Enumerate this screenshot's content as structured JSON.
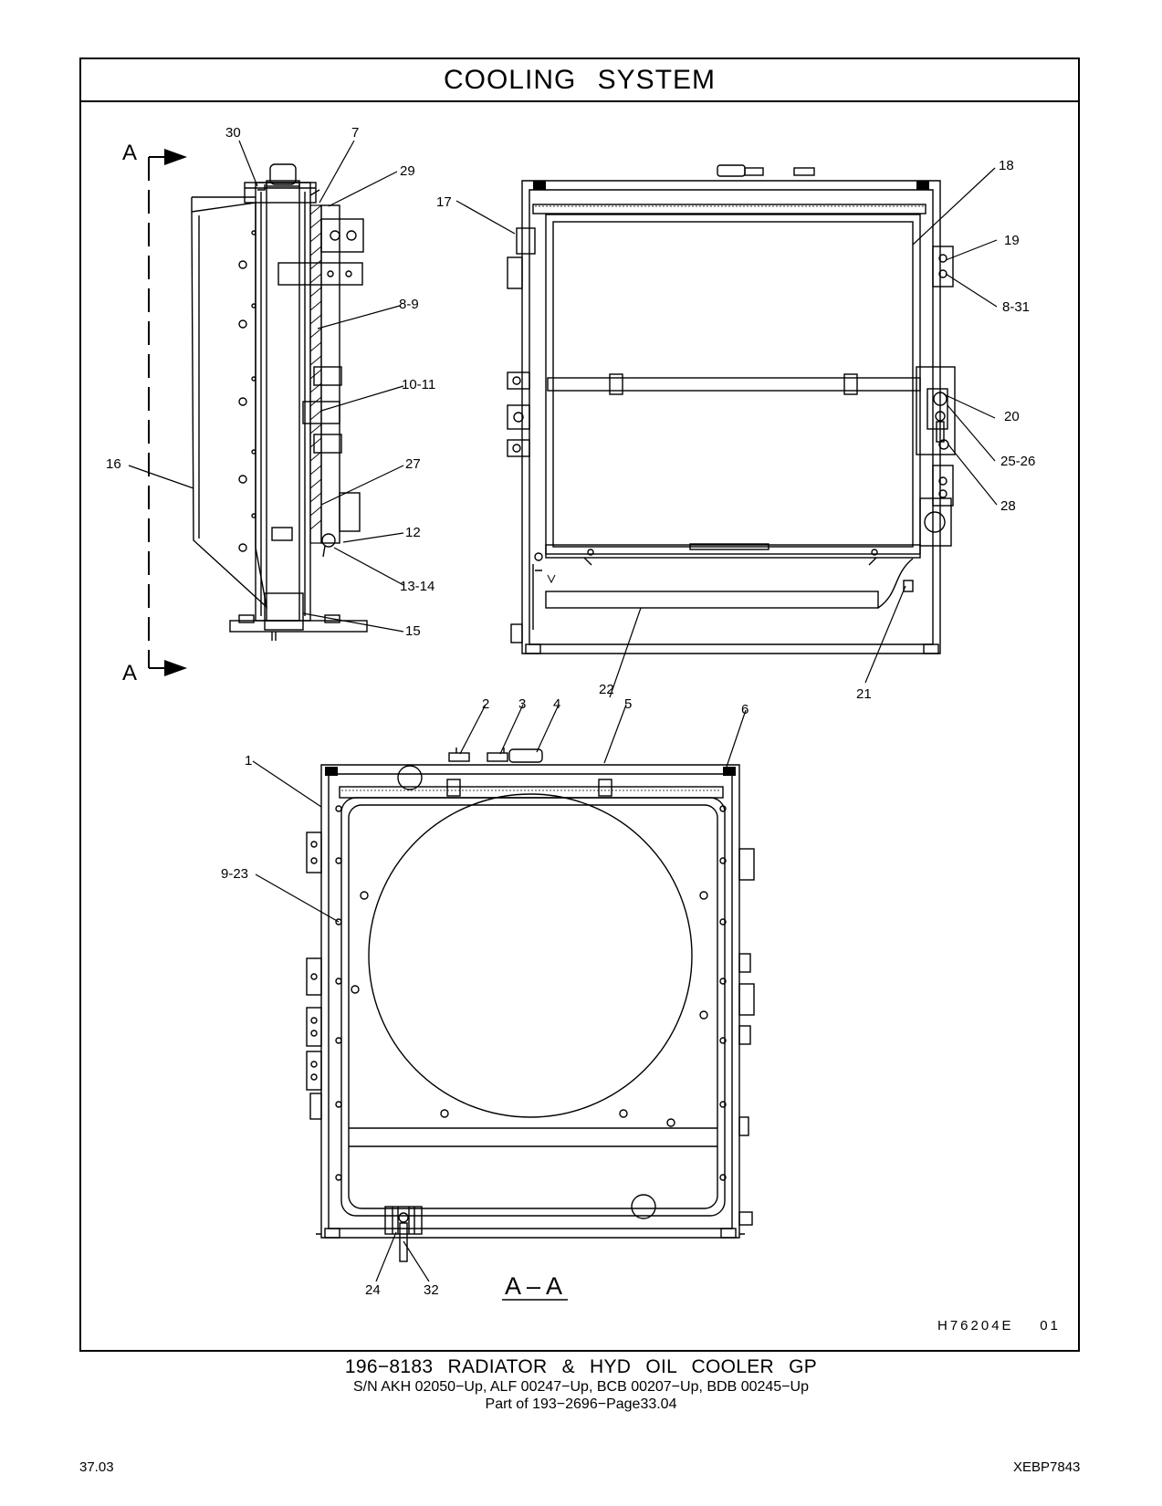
{
  "title": "COOLING   SYSTEM",
  "section_marks": {
    "a_top": "A",
    "a_bottom": "A",
    "view_label": "A – A"
  },
  "callouts": {
    "c30": "30",
    "c7": "7",
    "c29": "29",
    "c17": "17",
    "c18": "18",
    "c19": "19",
    "c8_31": "8-31",
    "c8_9": "8-9",
    "c10_11": "10-11",
    "c20": "20",
    "c25_26": "25-26",
    "c16": "16",
    "c27": "27",
    "c28": "28",
    "c12": "12",
    "c13_14": "13-14",
    "c15": "15",
    "c22": "22",
    "c21": "21",
    "c2": "2",
    "c3": "3",
    "c4": "4",
    "c5": "5",
    "c6": "6",
    "c1": "1",
    "c9_23": "9-23",
    "c24": "24",
    "c32": "32"
  },
  "illustration_code": "H76204E    01",
  "footer": {
    "title": "196−8183   RADIATOR  &  HYD  OIL  COOLER  GP",
    "serial_numbers": "S/N AKH 02050−Up, ALF 00247−Up, BCB 00207−Up, BDB 00245−Up",
    "part_of": "Part of 193−2696−Page33.04"
  },
  "page_number": "37.03",
  "document_id": "XEBP7843"
}
